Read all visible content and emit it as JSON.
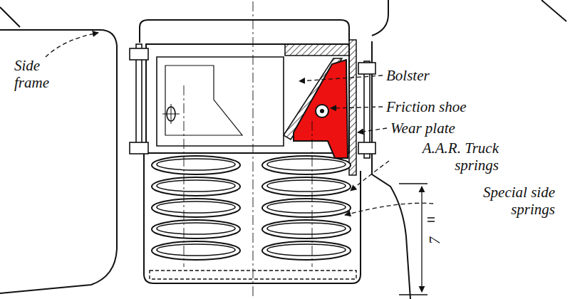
{
  "diagram": {
    "labels": [
      "Side frame",
      "Bolster",
      "Friction shoe",
      "Wear plate",
      "A.A.R. Truck springs",
      "Special side springs",
      "7"
    ]
  }
}
